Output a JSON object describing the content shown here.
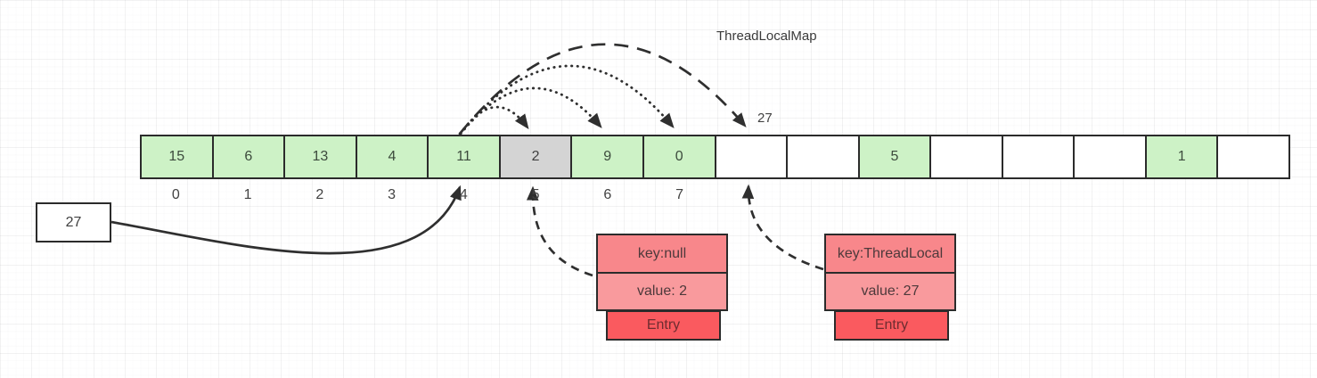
{
  "title": "ThreadLocalMap",
  "hash_label": "27",
  "value_box": {
    "label": "27"
  },
  "array": {
    "cells": [
      {
        "value": "15",
        "state": "filled"
      },
      {
        "value": "6",
        "state": "filled"
      },
      {
        "value": "13",
        "state": "filled"
      },
      {
        "value": "4",
        "state": "filled"
      },
      {
        "value": "11",
        "state": "filled"
      },
      {
        "value": "2",
        "state": "stale"
      },
      {
        "value": "9",
        "state": "filled"
      },
      {
        "value": "0",
        "state": "filled"
      },
      {
        "value": "",
        "state": "empty"
      },
      {
        "value": "",
        "state": "empty"
      },
      {
        "value": "5",
        "state": "filled"
      },
      {
        "value": "",
        "state": "empty"
      },
      {
        "value": "",
        "state": "empty"
      },
      {
        "value": "",
        "state": "empty"
      },
      {
        "value": "1",
        "state": "filled"
      },
      {
        "value": "",
        "state": "empty"
      }
    ],
    "index_labels": [
      "0",
      "1",
      "2",
      "3",
      "4",
      "5",
      "6",
      "7"
    ]
  },
  "entries": [
    {
      "key": "key:null",
      "value": "value: 2",
      "footer": "Entry"
    },
    {
      "key": "key:ThreadLocal",
      "value": "value: 27",
      "footer": "Entry"
    }
  ],
  "colors": {
    "cell_filled": "#cdf2c6",
    "cell_stale": "#d4d4d4",
    "cell_empty": "#ffffff",
    "border": "#2b2b2b",
    "line": "#2f2f2f",
    "cell_text": "#3c4a3c",
    "index_text": "#424242",
    "entry_key_bg": "#f8878b",
    "entry_value_bg": "#f99a9d",
    "entry_footer_bg": "#fa5a5f",
    "entry_text": "#4d393b",
    "entry_footer_text": "#6e2c30",
    "title_text": "#3a3a3a"
  }
}
